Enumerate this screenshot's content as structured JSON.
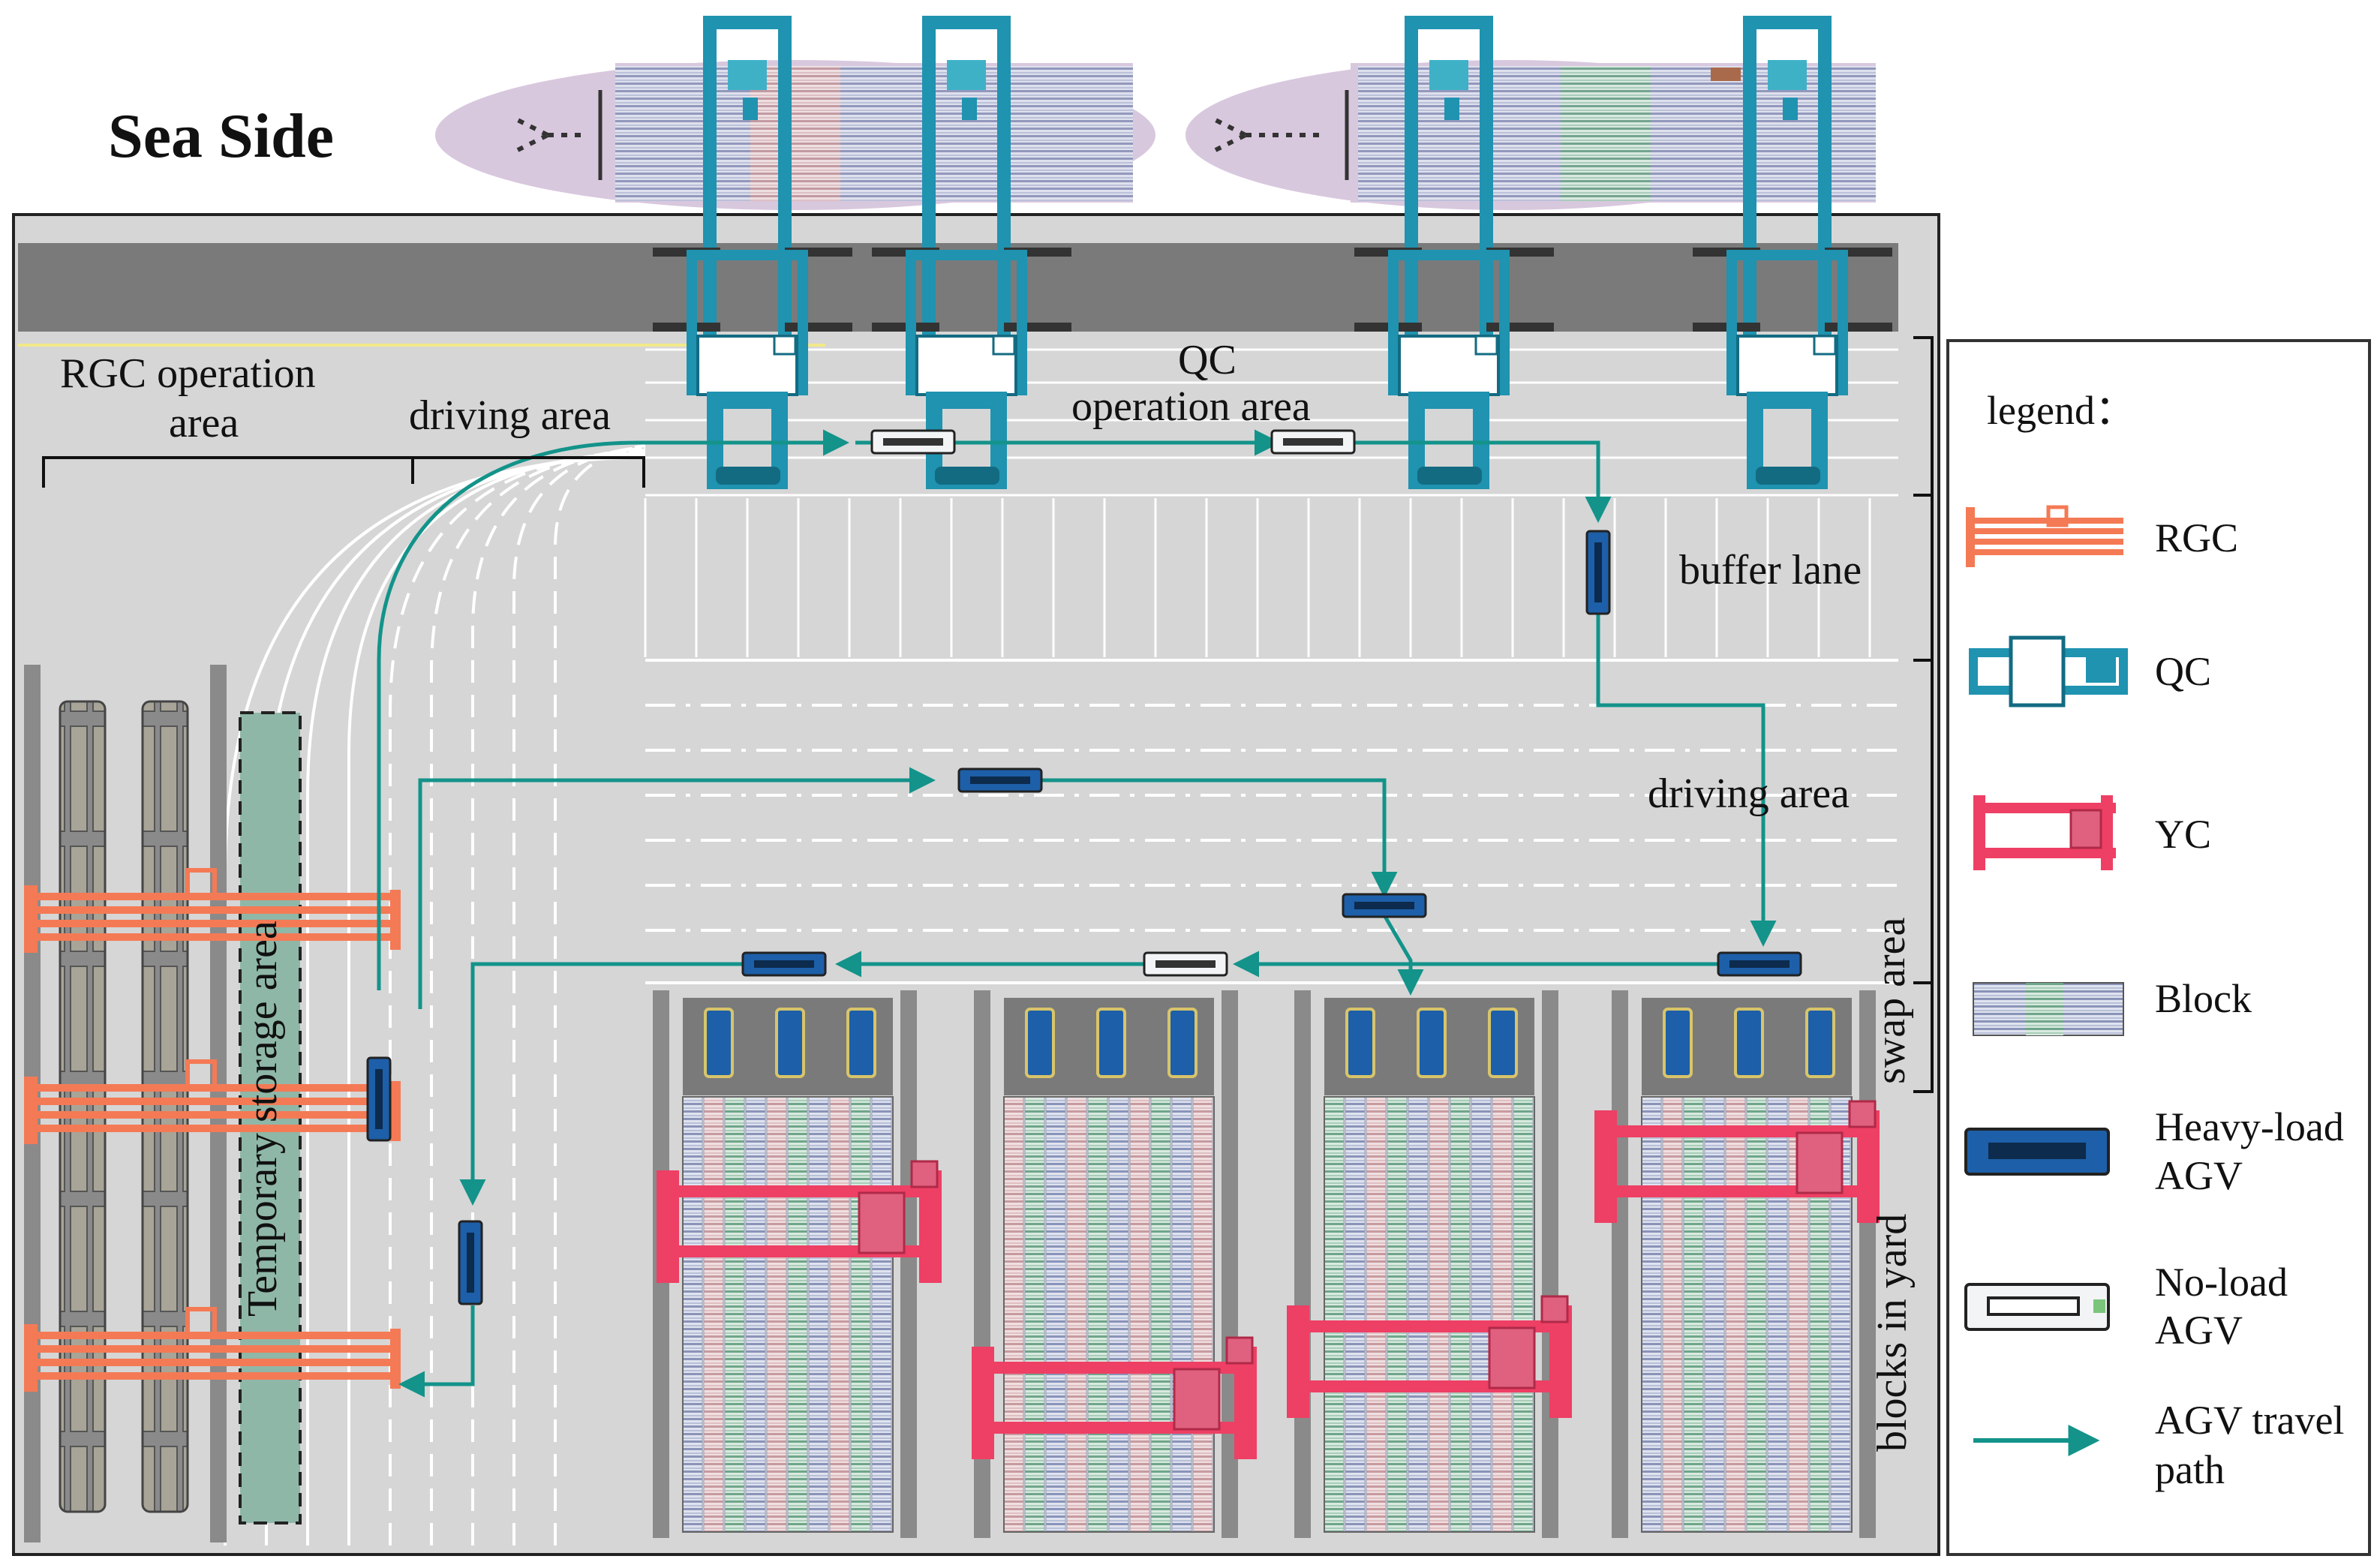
{
  "title": "Sea Side",
  "areas": {
    "rgc_operation": [
      "RGC operation",
      "area"
    ],
    "driving_left": "driving area",
    "qc_operation": [
      "QC",
      "operation area"
    ],
    "buffer_lane": "buffer lane",
    "driving_right": "driving area",
    "swap_area": "swap area",
    "blocks_in_yard": "blocks in yard",
    "temporary_storage": "Temporary storage area"
  },
  "legend": {
    "heading": "legend：",
    "items": [
      {
        "key": "rgc",
        "label": "RGC"
      },
      {
        "key": "qc",
        "label": "QC"
      },
      {
        "key": "yc",
        "label": "YC"
      },
      {
        "key": "block",
        "label": "Block"
      },
      {
        "key": "heavy_agv",
        "label": [
          "Heavy-load",
          "AGV"
        ]
      },
      {
        "key": "noload_agv",
        "label": [
          "No-load",
          "AGV"
        ]
      },
      {
        "key": "path",
        "label": [
          "AGV travel",
          "path"
        ]
      }
    ]
  },
  "colors": {
    "qc": "#1f93b0",
    "qc_dark": "#136b82",
    "rgc": "#f47a55",
    "yc": "#ee3f64",
    "path": "#13938a",
    "heavy_agv": "#1d5fa8",
    "road": "#d6d6d6",
    "quay": "#7a7a7a",
    "ship": "#d8c8de",
    "storage": "#8fb7a7"
  }
}
